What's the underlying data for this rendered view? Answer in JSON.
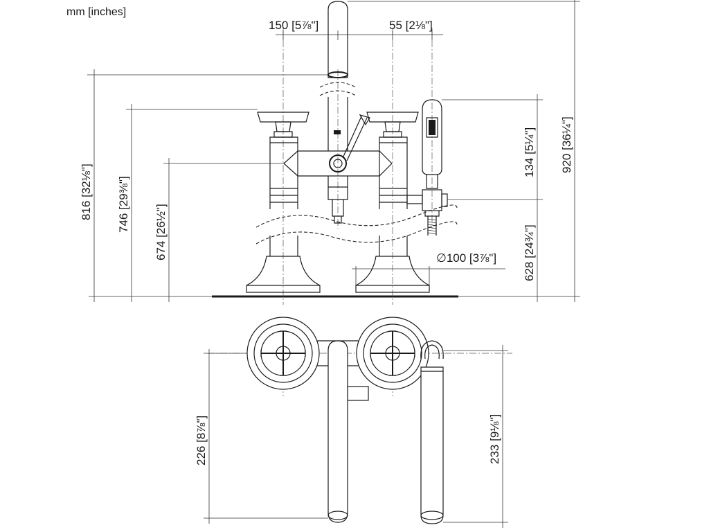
{
  "units_label": "mm [inches]",
  "dimensions": {
    "spout_offset": {
      "mm": "150",
      "inch": "5⅞\""
    },
    "handshower_offset": {
      "mm": "55",
      "inch": "2⅛\""
    },
    "handle_height_816": {
      "mm": "816",
      "inch": "32⅛\""
    },
    "handle_height_746": {
      "mm": "746",
      "inch": "29⅜\""
    },
    "body_height_674": {
      "mm": "674",
      "inch": "26½\""
    },
    "handshower_len": {
      "mm": "134",
      "inch": "5¼\""
    },
    "total_height": {
      "mm": "920",
      "inch": "36¼\""
    },
    "outlet_height": {
      "mm": "628",
      "inch": "24¾\""
    },
    "base_diameter": {
      "mm": "100",
      "inch": "3⅞\"",
      "symbol": "∅"
    },
    "spout_reach": {
      "mm": "226",
      "inch": "8⅞\""
    },
    "handshower_reach": {
      "mm": "233",
      "inch": "9⅛\""
    }
  }
}
